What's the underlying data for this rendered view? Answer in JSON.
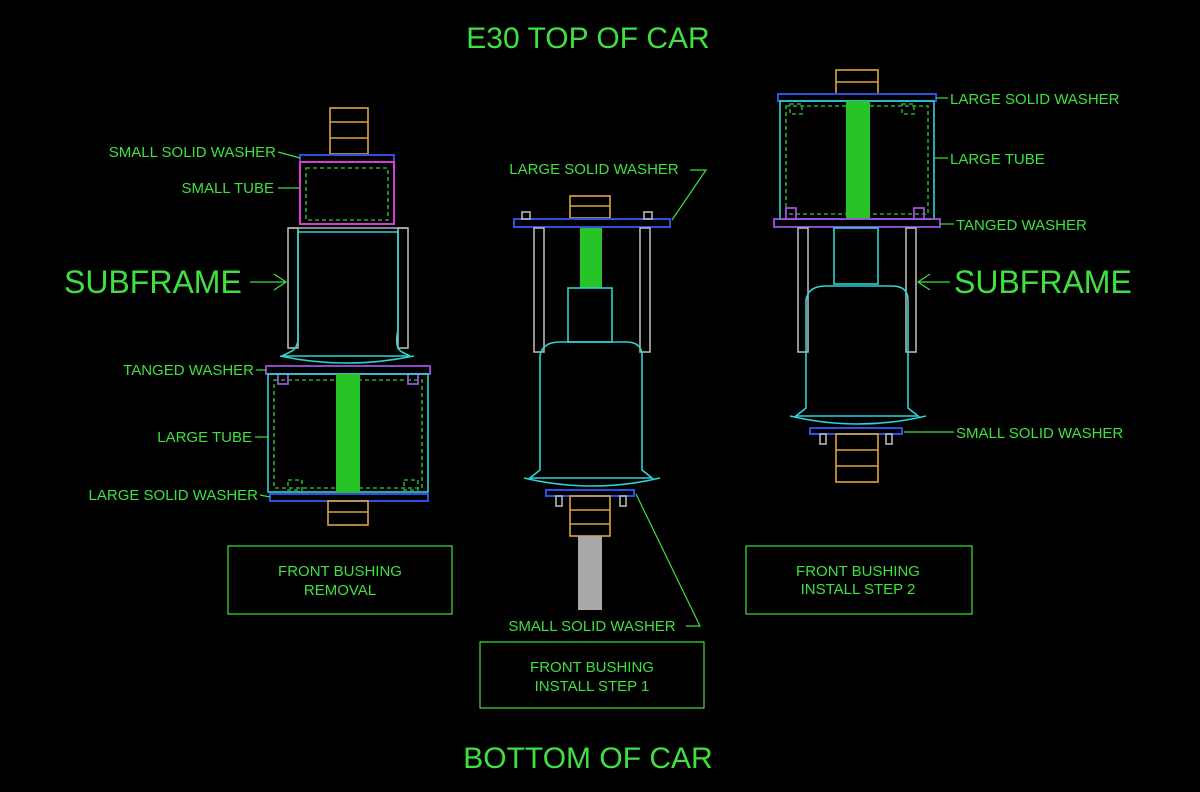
{
  "title_top": "E30  TOP OF CAR",
  "title_bottom": "BOTTOM OF CAR",
  "left": {
    "small_solid_washer": "SMALL SOLID WASHER",
    "small_tube": "SMALL TUBE",
    "subframe": "SUBFRAME",
    "tanged_washer": "TANGED WASHER",
    "large_tube": "LARGE TUBE",
    "large_solid_washer": "LARGE SOLID WASHER",
    "box_line1": "FRONT BUSHING",
    "box_line2": "REMOVAL"
  },
  "middle": {
    "large_solid_washer": "LARGE SOLID WASHER",
    "small_solid_washer": "SMALL SOLID WASHER",
    "box_line1": "FRONT BUSHING",
    "box_line2": "INSTALL STEP 1"
  },
  "right": {
    "large_solid_washer": "LARGE SOLID WASHER",
    "large_tube": "LARGE TUBE",
    "tanged_washer": "TANGED WASHER",
    "subframe": "SUBFRAME",
    "small_solid_washer": "SMALL SOLID WASHER",
    "box_line1": "FRONT BUSHING",
    "box_line2": "INSTALL STEP 2"
  },
  "colors": {
    "text": "#3fe03f",
    "bushing": "#2fd3d3",
    "subframe": "#b5b5b5",
    "washer_solid": "#2f4fe0",
    "small_tube": "#d53fd5",
    "tanged_washer": "#a050e0",
    "bolt": "#27c427",
    "nut": "#d9a441"
  }
}
